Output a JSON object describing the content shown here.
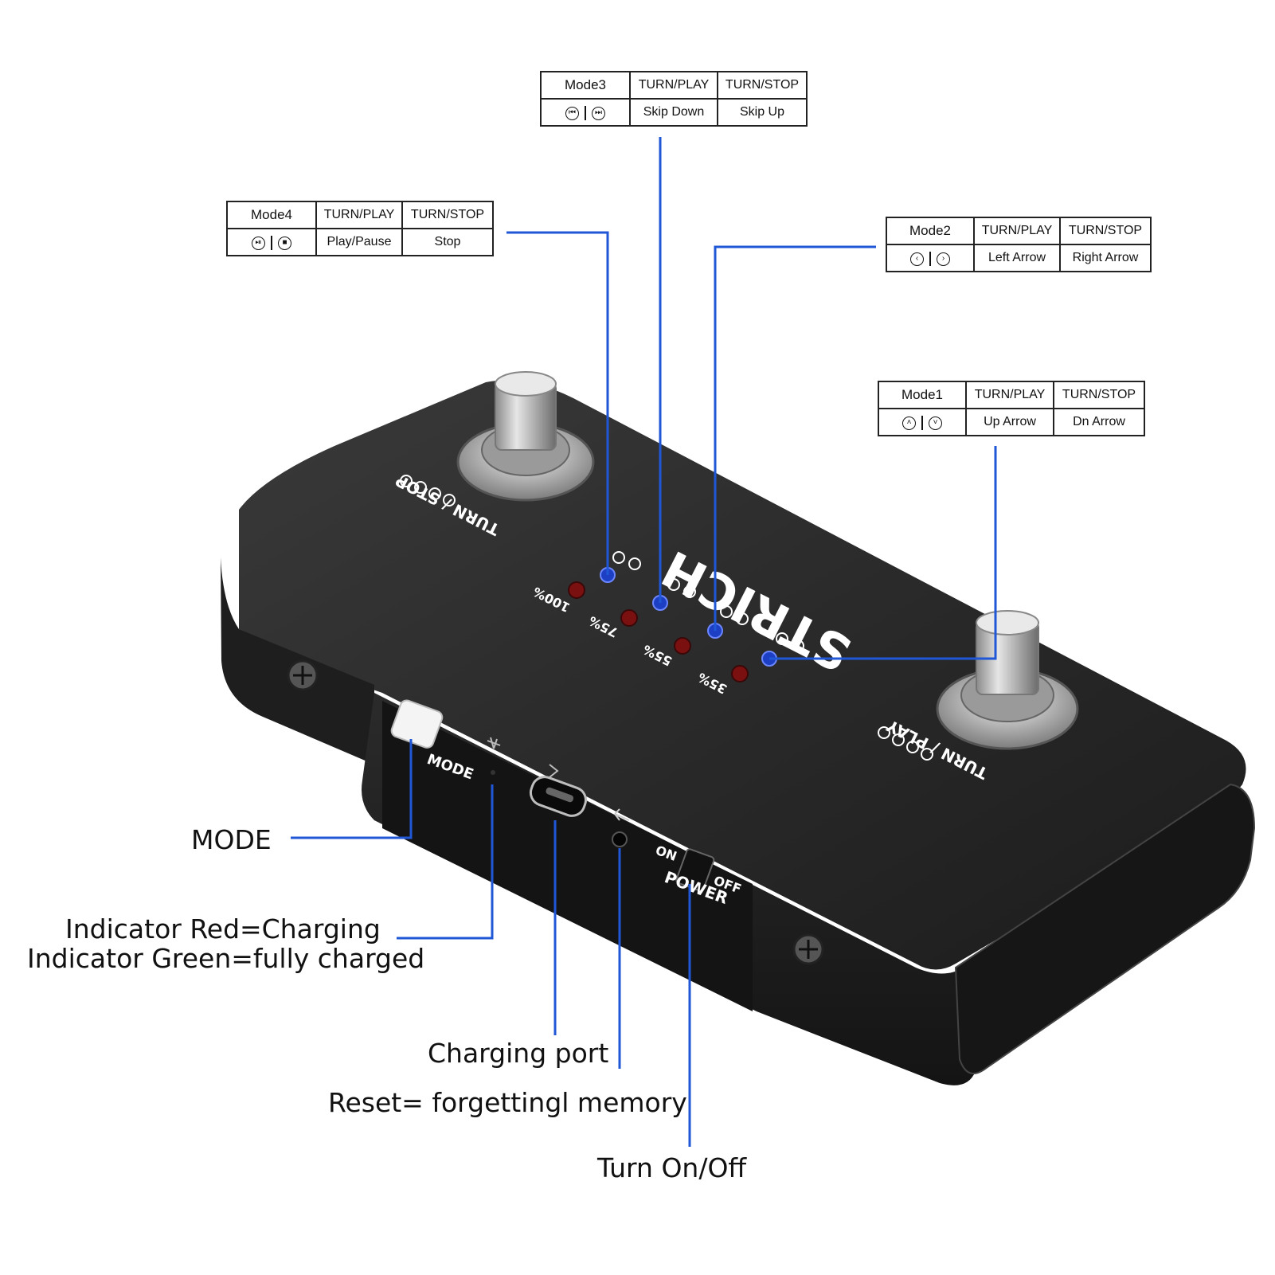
{
  "mode_tables": [
    {
      "id": "mode3",
      "header": [
        "Mode3",
        "TURN/PLAY",
        "TURN/STOP"
      ],
      "icons": [
        "skip-previous-icon",
        "skip-next-icon"
      ],
      "row": [
        "Skip Down",
        "Skip Up"
      ]
    },
    {
      "id": "mode4",
      "header": [
        "Mode4",
        "TURN/PLAY",
        "TURN/STOP"
      ],
      "icons": [
        "play-pause-icon",
        "stop-icon"
      ],
      "row": [
        "Play/Pause",
        "Stop"
      ]
    },
    {
      "id": "mode2",
      "header": [
        "Mode2",
        "TURN/PLAY",
        "TURN/STOP"
      ],
      "icons": [
        "left-arrow-icon",
        "right-arrow-icon"
      ],
      "row": [
        "Left Arrow",
        "Right Arrow"
      ]
    },
    {
      "id": "mode1",
      "header": [
        "Mode1",
        "TURN/PLAY",
        "TURN/STOP"
      ],
      "icons": [
        "up-arrow-icon",
        "down-arrow-icon"
      ],
      "row": [
        "Up Arrow",
        "Dn Arrow"
      ]
    }
  ],
  "device": {
    "brand": "STRICH",
    "left_switch_label": "TURN / STOP",
    "right_switch_label": "TURN / PLAY",
    "battery_levels": [
      "100%",
      "75%",
      "55%",
      "35%"
    ],
    "mode_button_label": "MODE",
    "power_label": "POWER",
    "power_on": "ON",
    "power_off": "OFF",
    "body_color": "#262626",
    "led_blue": "#1d3fc4",
    "led_red": "#7a1010",
    "leader_line_color": "#1f57d6"
  },
  "callouts": {
    "mode": "MODE",
    "indicator_line1": "Indicator Red=Charging",
    "indicator_line2": "Indicator Green=fully charged",
    "charging_port": "Charging port",
    "reset": "Reset= forgettingl memory",
    "power": "Turn On/Off"
  }
}
